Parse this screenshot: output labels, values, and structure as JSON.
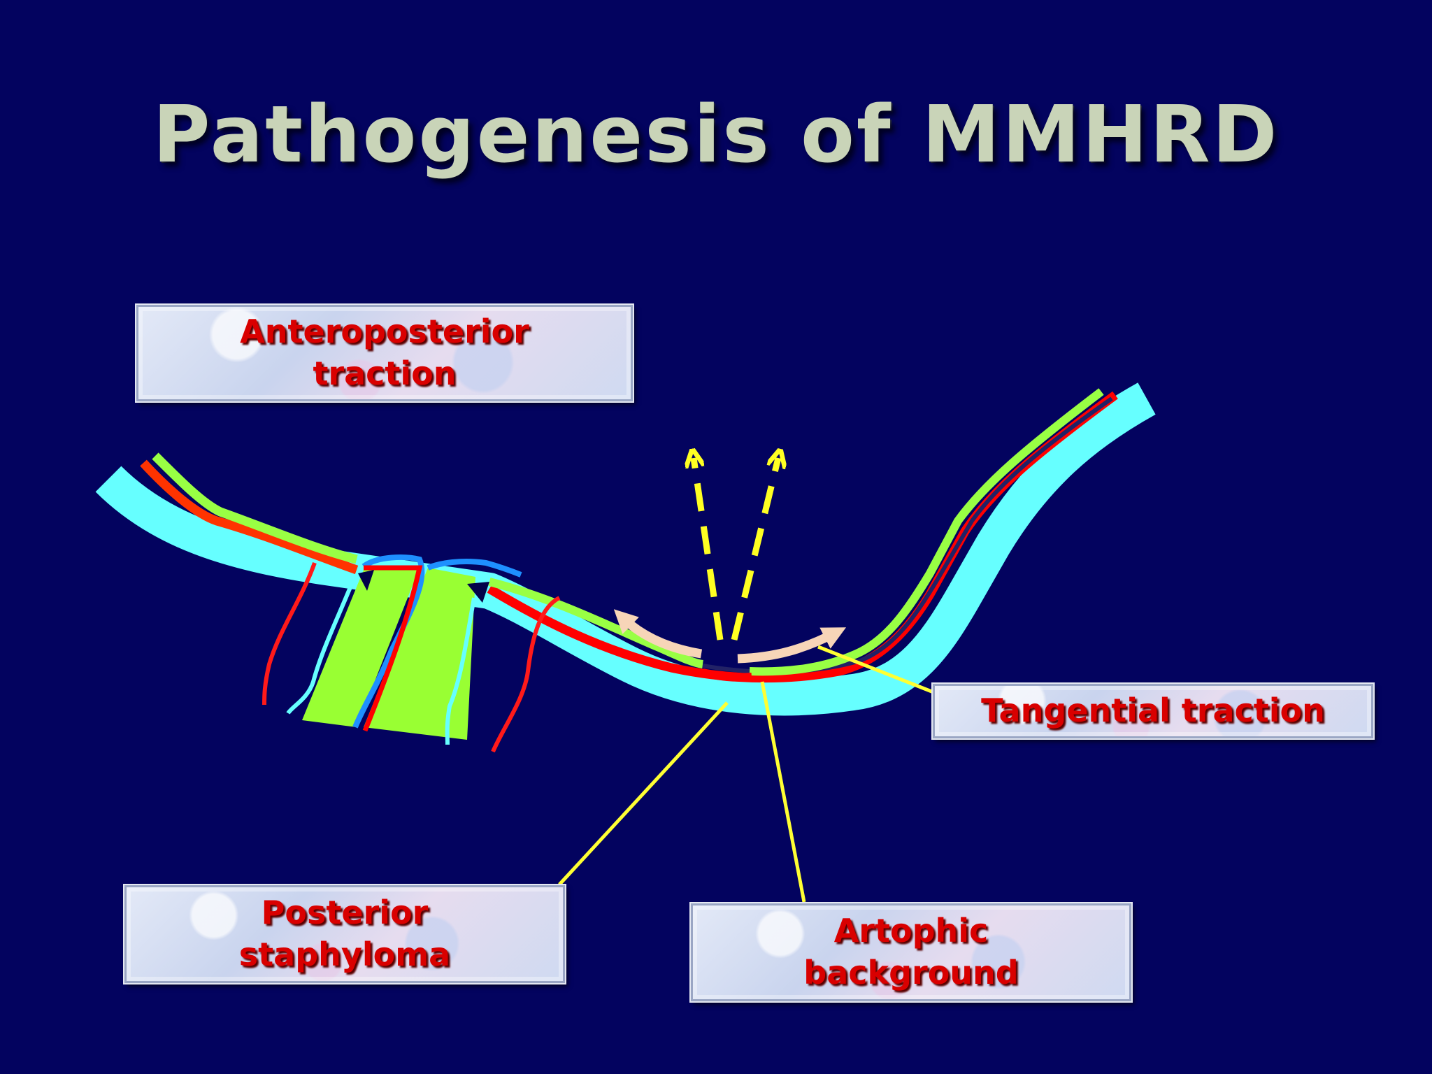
{
  "slide": {
    "title": "Pathogenesis of MMHRD"
  },
  "labels": {
    "anteroposterior": "Anteroposterior\ntraction",
    "tangential": "Tangential traction",
    "posterior_staphyloma": "Posterior\nstaphyloma",
    "atrophic_background": "Artophic\nbackground"
  },
  "colors": {
    "background": "#03035f",
    "sclera": "#66ffff",
    "retina_green": "#99ff33",
    "choroid_red": "#ff2200",
    "traction_arrow": "#ffff22",
    "tangential_arrow": "#f7d5b8",
    "pointer_line": "#ffff33",
    "label_text": "#d90000"
  }
}
